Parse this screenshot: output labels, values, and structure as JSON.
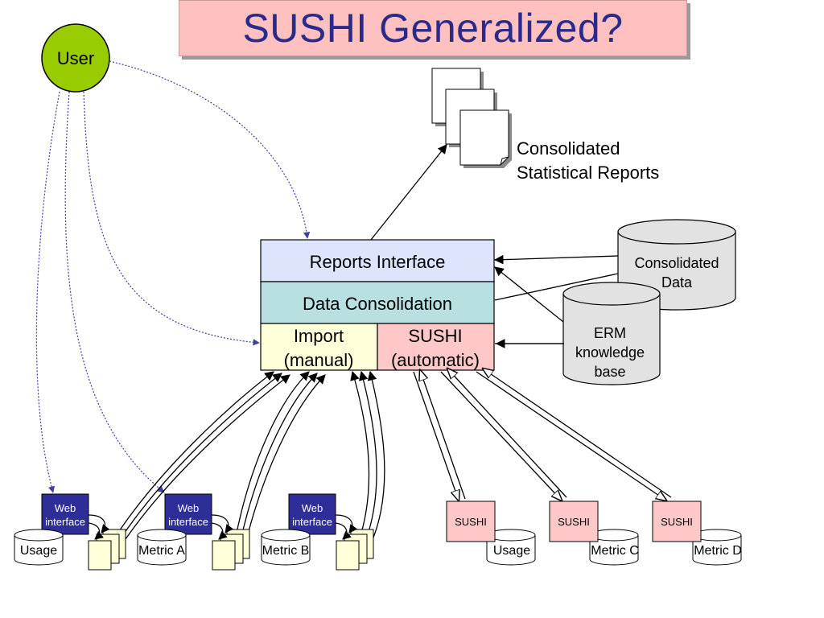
{
  "title": "SUSHI Generalized?",
  "user_label": "User",
  "reports_caption": [
    "Consolidated",
    "Statistical Reports"
  ],
  "layers": {
    "reports_interface": "Reports Interface",
    "data_consolidation": "Data Consolidation",
    "import": [
      "Import",
      "(manual)"
    ],
    "sushi": [
      "SUSHI",
      "(automatic)"
    ]
  },
  "databases": {
    "consolidated_data": [
      "Consolidated",
      "Data"
    ],
    "erm": [
      "ERM",
      "knowledge",
      "base"
    ]
  },
  "web_interface_label": [
    "Web",
    "interface"
  ],
  "sushi_node_label": "SUSHI",
  "sources": {
    "manual": [
      "Usage",
      "Metric A",
      "Metric B"
    ],
    "automatic": [
      "Usage",
      "Metric C",
      "Metric D"
    ]
  },
  "colors": {
    "title_bg": "#ffc0c0",
    "title_text": "#2a2a8a",
    "user_fill": "#99cc00",
    "reports_interface": "#dde4fb",
    "data_consolidation": "#b9e0e0",
    "import": "#ffffd9",
    "sushi": "#ffc8c8",
    "web_interface": "#2e2e99",
    "db_fill": "#e2e2e2",
    "dotted_line": "#4040a0"
  }
}
